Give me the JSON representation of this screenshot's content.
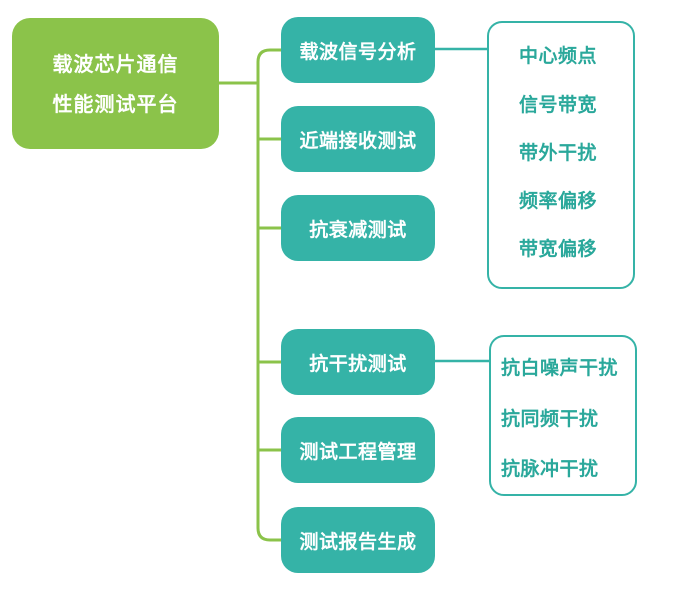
{
  "colors": {
    "root_fill": "#8bc34a",
    "root_connector": "#8bc34a",
    "branch_fill": "#35b3a7",
    "leaf_border": "#35b3a7",
    "leaf_text": "#2aa89b",
    "branch_text": "#ffffff"
  },
  "root": {
    "line1": "载波芯片通信",
    "line2": "性能测试平台"
  },
  "branches": [
    {
      "label": "载波信号分析"
    },
    {
      "label": "近端接收测试"
    },
    {
      "label": "抗衰减测试"
    },
    {
      "label": "抗干扰测试"
    },
    {
      "label": "测试工程管理"
    },
    {
      "label": "测试报告生成"
    }
  ],
  "subgroups": [
    {
      "parent": "载波信号分析",
      "items": [
        "中心频点",
        "信号带宽",
        "带外干扰",
        "频率偏移",
        "带宽偏移"
      ]
    },
    {
      "parent": "抗干扰测试",
      "items": [
        "抗白噪声干扰",
        "抗同频干扰",
        "抗脉冲干扰"
      ]
    }
  ]
}
